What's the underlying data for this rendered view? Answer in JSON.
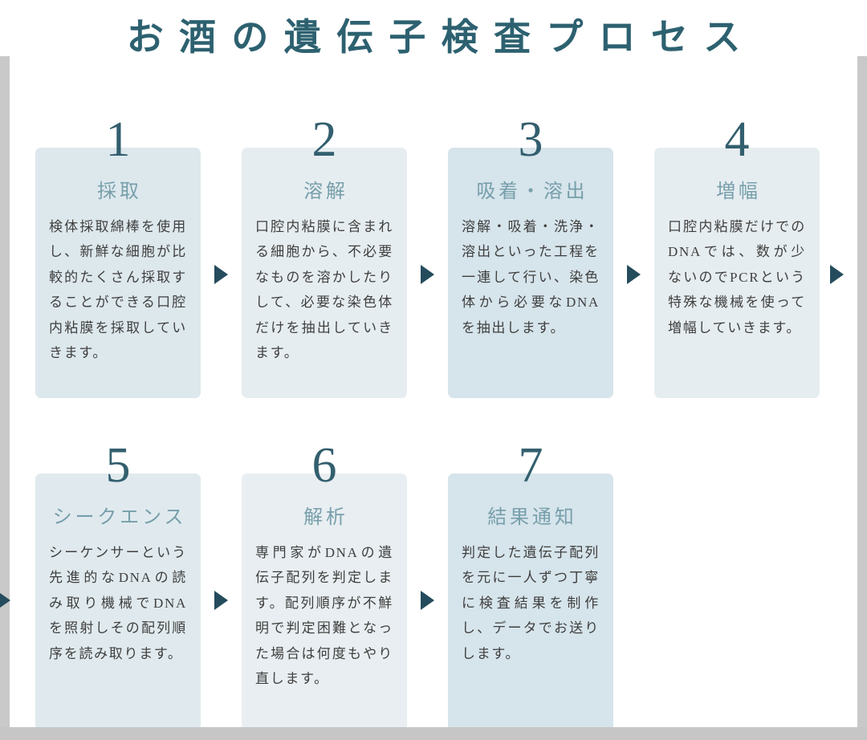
{
  "page": {
    "title": "お酒の遺伝子検査プロセス"
  },
  "colors": {
    "title": "#2d6170",
    "step_number": "#335f6e",
    "step_title": "#779fab",
    "body_text": "#3f3f3f",
    "arrow": "#244c5c",
    "margin_strip": "#c9c9c9"
  },
  "steps": [
    {
      "number": "1",
      "title": "採取",
      "body": "検体採取綿棒を使用し、新鮮な細胞が比較的たくさん採取することができる口腔内粘膜を採取していきます。",
      "card_color": "#dde8ed"
    },
    {
      "number": "2",
      "title": "溶解",
      "body": "口腔内粘膜に含まれる細胞から、不必要なものを溶かしたりして、必要な染色体だけを抽出していきます。",
      "card_color": "#e6edf0"
    },
    {
      "number": "3",
      "title": "吸着・溶出",
      "body": "溶解・吸着・洗浄・溶出といった工程を一連して行い、染色体から必要なDNAを抽出します。",
      "card_color": "#d6e4eb"
    },
    {
      "number": "4",
      "title": "増幅",
      "body": "口腔内粘膜だけでのDNAでは、数が少ないのでPCRという特殊な機械を使って増幅していきます。",
      "card_color": "#e6edf0"
    },
    {
      "number": "5",
      "title": "シークエンス",
      "body": "シーケンサーという先進的なDNAの読み取り機械でDNAを照射しその配列順序を読み取ります。",
      "card_color": "#e0eaee"
    },
    {
      "number": "6",
      "title": "解析",
      "body": "専門家がDNAの遺伝子配列を判定します。配列順序が不鮮明で判定困難となった場合は何度もやり直します。",
      "card_color": "#e8eef1"
    },
    {
      "number": "7",
      "title": "結果通知",
      "body": "判定した遺伝子配列を元に一人ずつ丁寧に検査結果を制作し、データでお送りします。",
      "card_color": "#d6e4eb"
    }
  ]
}
